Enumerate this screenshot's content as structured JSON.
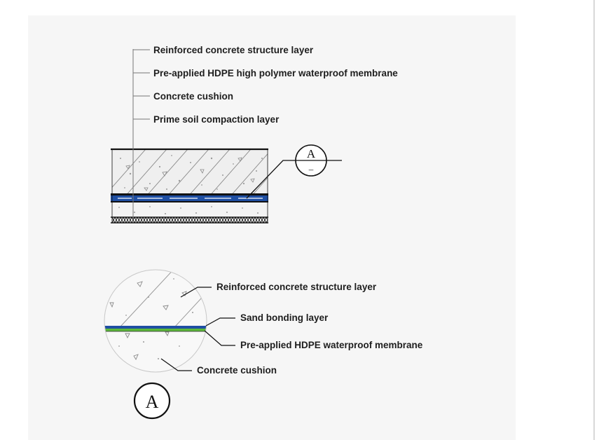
{
  "section": {
    "labels": [
      "Reinforced concrete structure layer",
      "Pre-applied HDPE high polymer waterproof membrane",
      "Concrete cushion",
      "Prime soil compaction layer"
    ],
    "callout_letter": "A",
    "callout_sub": "–"
  },
  "detail": {
    "labels": [
      "Reinforced concrete structure layer",
      "Sand bonding layer",
      "Pre-applied HDPE waterproof membrane",
      "Concrete cushion"
    ],
    "marker_letter": "A",
    "colors": {
      "membrane_blue": "#1f4fa3",
      "bonding_green": "#5cb83a"
    }
  }
}
